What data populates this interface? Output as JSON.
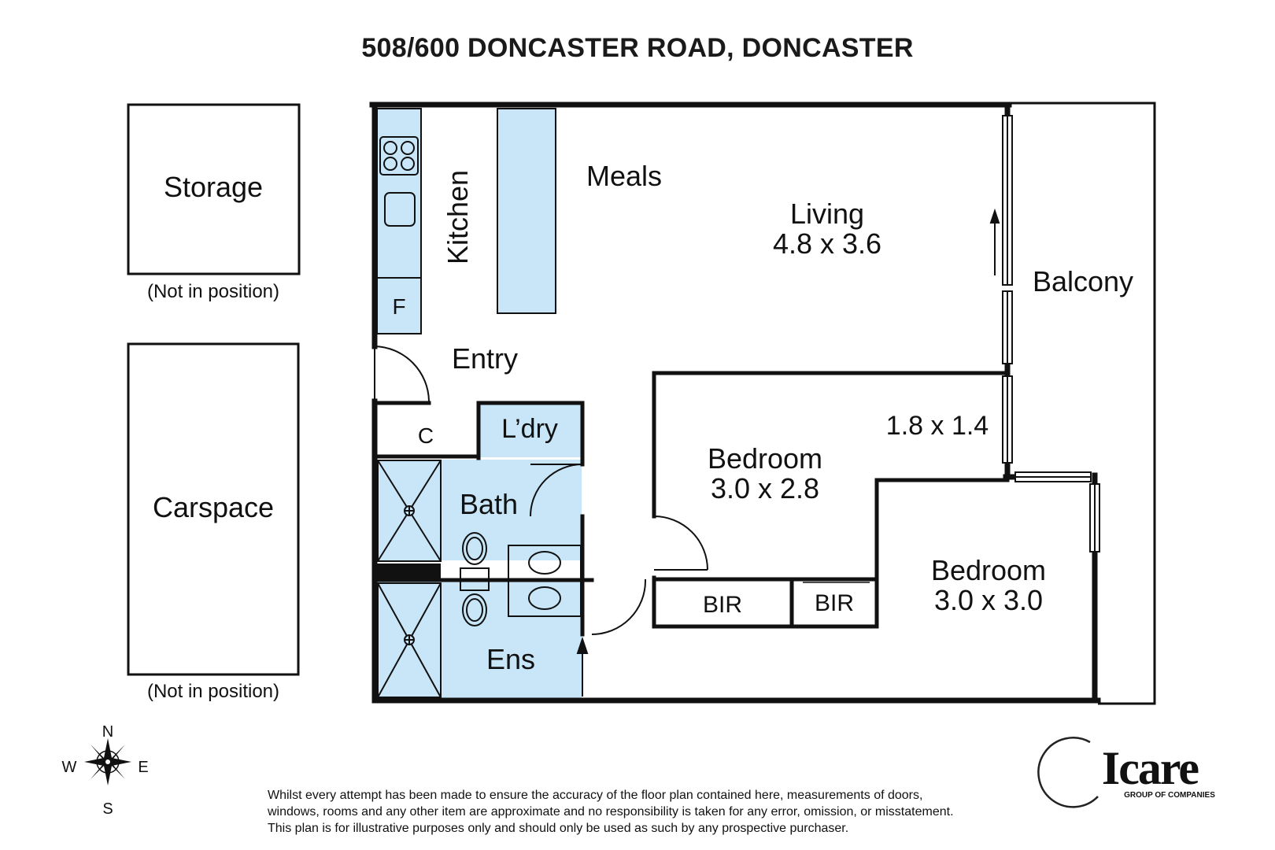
{
  "title": "508/600 DONCASTER ROAD, DONCASTER",
  "outbuildings": {
    "storage": {
      "label": "Storage",
      "note": "(Not in position)"
    },
    "carspace": {
      "label": "Carspace",
      "note": "(Not in position)"
    }
  },
  "rooms": {
    "kitchen": {
      "label": "Kitchen"
    },
    "fridge": {
      "label": "F"
    },
    "meals": {
      "label": "Meals"
    },
    "living": {
      "label": "Living",
      "size": "4.8 x 3.6"
    },
    "balcony": {
      "label": "Balcony"
    },
    "entry": {
      "label": "Entry"
    },
    "cupboard": {
      "label": "C"
    },
    "laundry": {
      "label": "L’dry"
    },
    "bath": {
      "label": "Bath"
    },
    "ensuite": {
      "label": "Ens"
    },
    "bedroom1": {
      "label": "Bedroom",
      "size": "3.0 x 2.8",
      "extra": "1.8 x 1.4"
    },
    "bedroom2": {
      "label": "Bedroom",
      "size": "3.0 x 3.0"
    },
    "bir1": {
      "label": "BIR"
    },
    "bir2": {
      "label": "BIR"
    }
  },
  "compass": {
    "n": "N",
    "s": "S",
    "e": "E",
    "w": "W"
  },
  "logo": {
    "mark": "Icare",
    "sub": "GROUP OF COMPANIES"
  },
  "disclaimer": [
    "Whilst every attempt has been made to ensure the accuracy of the floor plan contained here, measurements of doors,",
    "windows, rooms and any other item are approximate and no responsibility is taken for any error, omission, or misstatement.",
    "This plan is for illustrative purposes only and should only be used as such by any prospective purchaser."
  ],
  "colors": {
    "wet_area": "#c8e6f8",
    "wall": "#111111"
  }
}
